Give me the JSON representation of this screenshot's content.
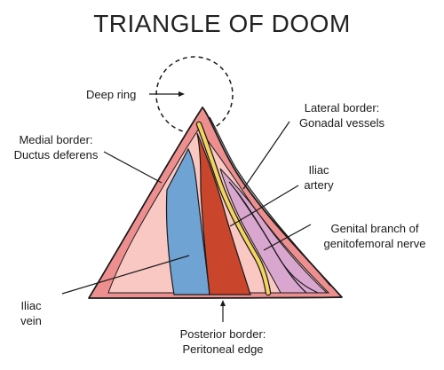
{
  "title": "TRIANGLE OF DOOM",
  "labels": {
    "deep_ring": "Deep ring",
    "medial_border_1": "Medial border:",
    "medial_border_2": "Ductus deferens",
    "lateral_border_1": "Lateral border:",
    "lateral_border_2": "Gonadal vessels",
    "iliac_artery_1": "Iliac",
    "iliac_artery_2": "artery",
    "genital_branch_1": "Genital branch of",
    "genital_branch_2": "genitofemoral nerve",
    "iliac_vein_1": "Iliac",
    "iliac_vein_2": "vein",
    "posterior_border_1": "Posterior border:",
    "posterior_border_2": "Peritoneal edge"
  },
  "colors": {
    "border_band": "#ee8f8f",
    "inner_pink": "#f9c8c3",
    "vein_blue": "#6fa3d4",
    "artery_red": "#c9452c",
    "nerve_yellow": "#f4d35e",
    "gonadal_lilac": "#d9a6cf",
    "outline": "#1a1a1a"
  }
}
